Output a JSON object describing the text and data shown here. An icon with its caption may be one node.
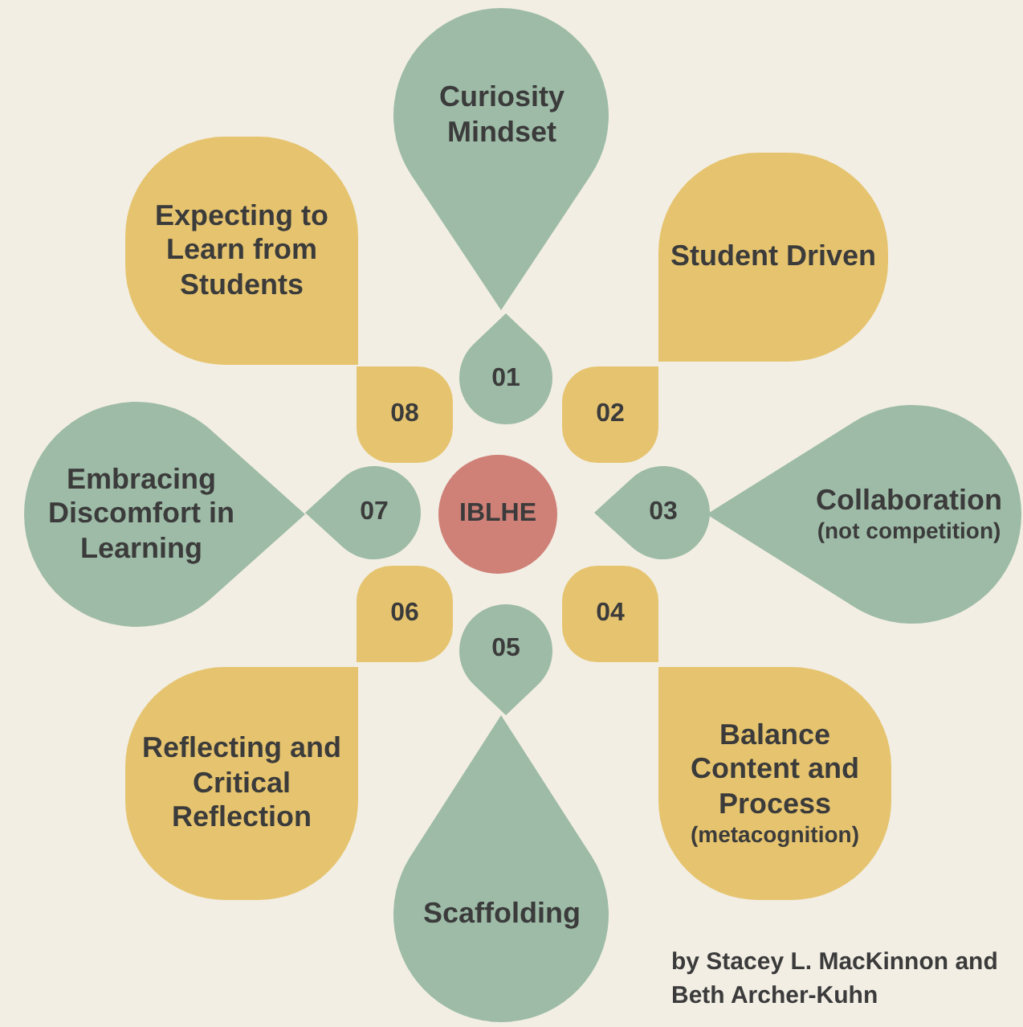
{
  "diagram": {
    "nodes": [
      {
        "text": [
          "Curiosity Mindset"
        ]
      },
      {
        "text": [
          "Expecting to Learn from Students"
        ]
      },
      {
        "text": [
          "Student Driven"
        ]
      },
      {
        "text": [
          "01"
        ]
      },
      {
        "text": [
          "08"
        ]
      },
      {
        "text": [
          "02"
        ]
      },
      {
        "text": [
          "Embracing Discomfort in Learning"
        ]
      },
      {
        "text": [
          "07"
        ]
      },
      {
        "text": [
          "IBLHE"
        ]
      },
      {
        "text": [
          "03"
        ]
      },
      {
        "text": [
          "Collaboration",
          "(not competition)"
        ]
      },
      {
        "text": [
          "06"
        ]
      },
      {
        "text": [
          "05"
        ]
      },
      {
        "text": [
          "04"
        ]
      },
      {
        "text": [
          "Reflecting and Critical Reflection"
        ]
      },
      {
        "text": [
          "Balance Content and Process",
          "(metacognition)"
        ]
      },
      {
        "text": [
          "Scaffolding"
        ]
      }
    ],
    "labels": [
      "by Stacey L. MacKinnon and Beth Archer-Kuhn"
    ]
  }
}
